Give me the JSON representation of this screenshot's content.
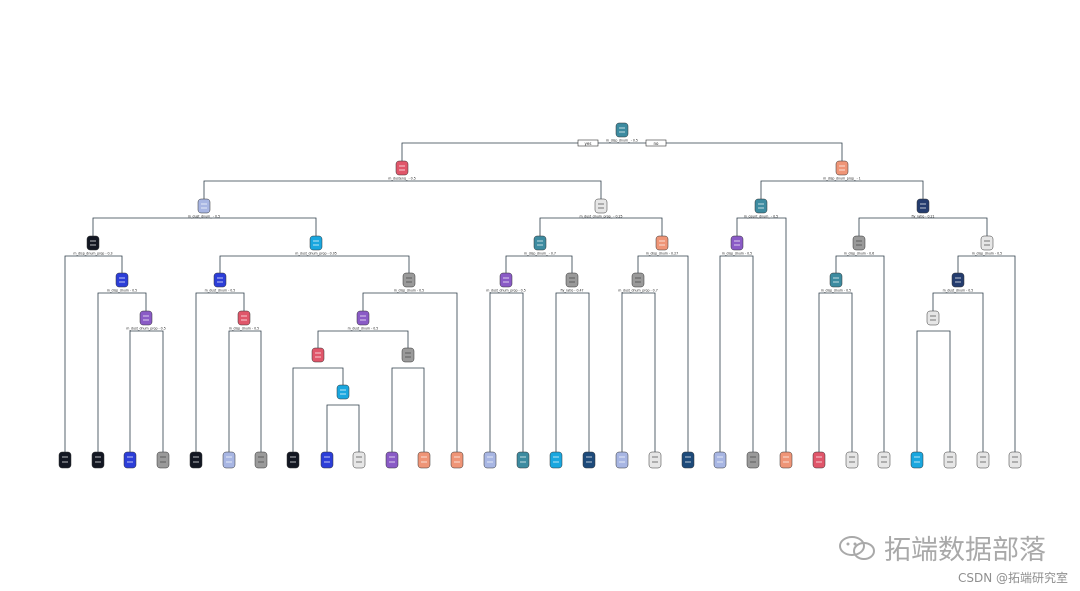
{
  "root_labels": {
    "yes": "yes",
    "no": "no"
  },
  "splits": [
    "m_disp_dnum_ - 0.5",
    "m_dustenq_ - 0.5",
    "m_disp_dnum_prop_ - 1",
    "m_dust_dnum_ - 0.5",
    "m_dust_dnum_prop_ - 0.25",
    "m_count_dnum_ - 0.5",
    "fly_ratio - 0.21",
    "m_disp_dnum_prop - 0.3",
    "m_dust_dnum_prop - 0.05",
    "m_disp_dnum_ - 0.7",
    "m_disp_dnum - 0.27",
    "m_disp_dnum - 0.5",
    "m_disp_dnum - 0.6",
    "m_disp_dnum - 0.5",
    "m_disp_dnum - 0.5",
    "m_dust_dnum - 0.5",
    "m_disp_dnum - 0.5",
    "m_dust_dnum_prop - 0.5",
    "fly_ratio - 0.47",
    "m_dust_dnum_prop - 0.7",
    "m_disp_dnum - 0.5",
    "m_dust_dnum - 0.5",
    "m_dust_dnum_prop - 0.5",
    "m_disp_dnum - 0.5",
    "m_dust_dnum - 0.5"
  ],
  "colors": {
    "teal": "#3d8ba0",
    "red": "#e0566a",
    "salmon": "#ef9577",
    "lightblue": "#a8b6e3",
    "navy": "#243c6e",
    "black": "#131722",
    "cyan": "#1aa7df",
    "blue": "#2c3ed8",
    "purple": "#8a5bc6",
    "gray": "#9a9a9a",
    "white": "#e6e6e6",
    "darkblue": "#1d4a7a"
  },
  "watermark": {
    "icon": "wechat-icon",
    "text": "拓端数据部落"
  },
  "credit": "CSDN @拓端研究室"
}
